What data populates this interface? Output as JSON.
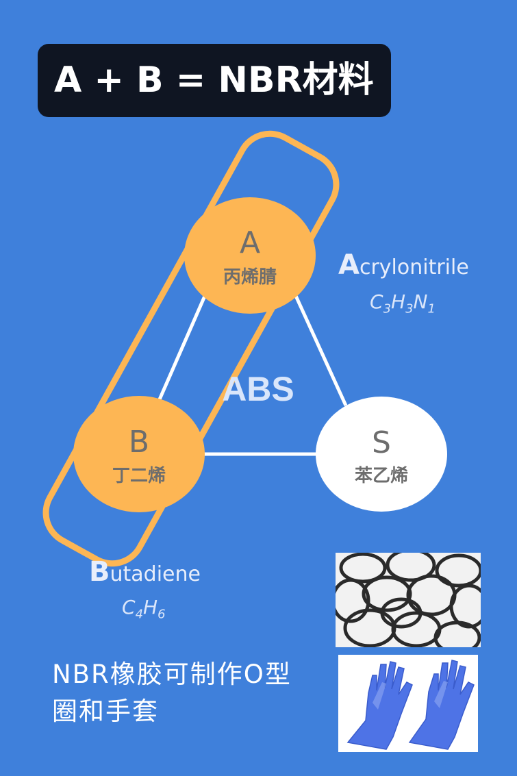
{
  "title": "A + B = NBR材料",
  "diagram": {
    "center_label": "ABS",
    "nodes": [
      {
        "letter": "A",
        "name_cn": "丙烯腈"
      },
      {
        "letter": "B",
        "name_cn": "丁二烯"
      },
      {
        "letter": "S",
        "name_cn": "苯乙烯"
      }
    ],
    "acrylonitrile": {
      "initial": "A",
      "rest": "crylonitrile",
      "formula": [
        "C",
        "3",
        "H",
        "3",
        "N",
        "1"
      ]
    },
    "butadiene": {
      "initial": "B",
      "rest": "utadiene",
      "formula": [
        "C",
        "4",
        "H",
        "6"
      ]
    }
  },
  "note": "NBR橡胶可制作O型圈和手套",
  "images": {
    "top": "o-rings-photo",
    "bottom": "rubber-gloves-photo"
  },
  "colors": {
    "background": "#3f80db",
    "title_bg": "#0f1522",
    "node_orange": "#fdb654",
    "node_white": "#ffffff"
  }
}
